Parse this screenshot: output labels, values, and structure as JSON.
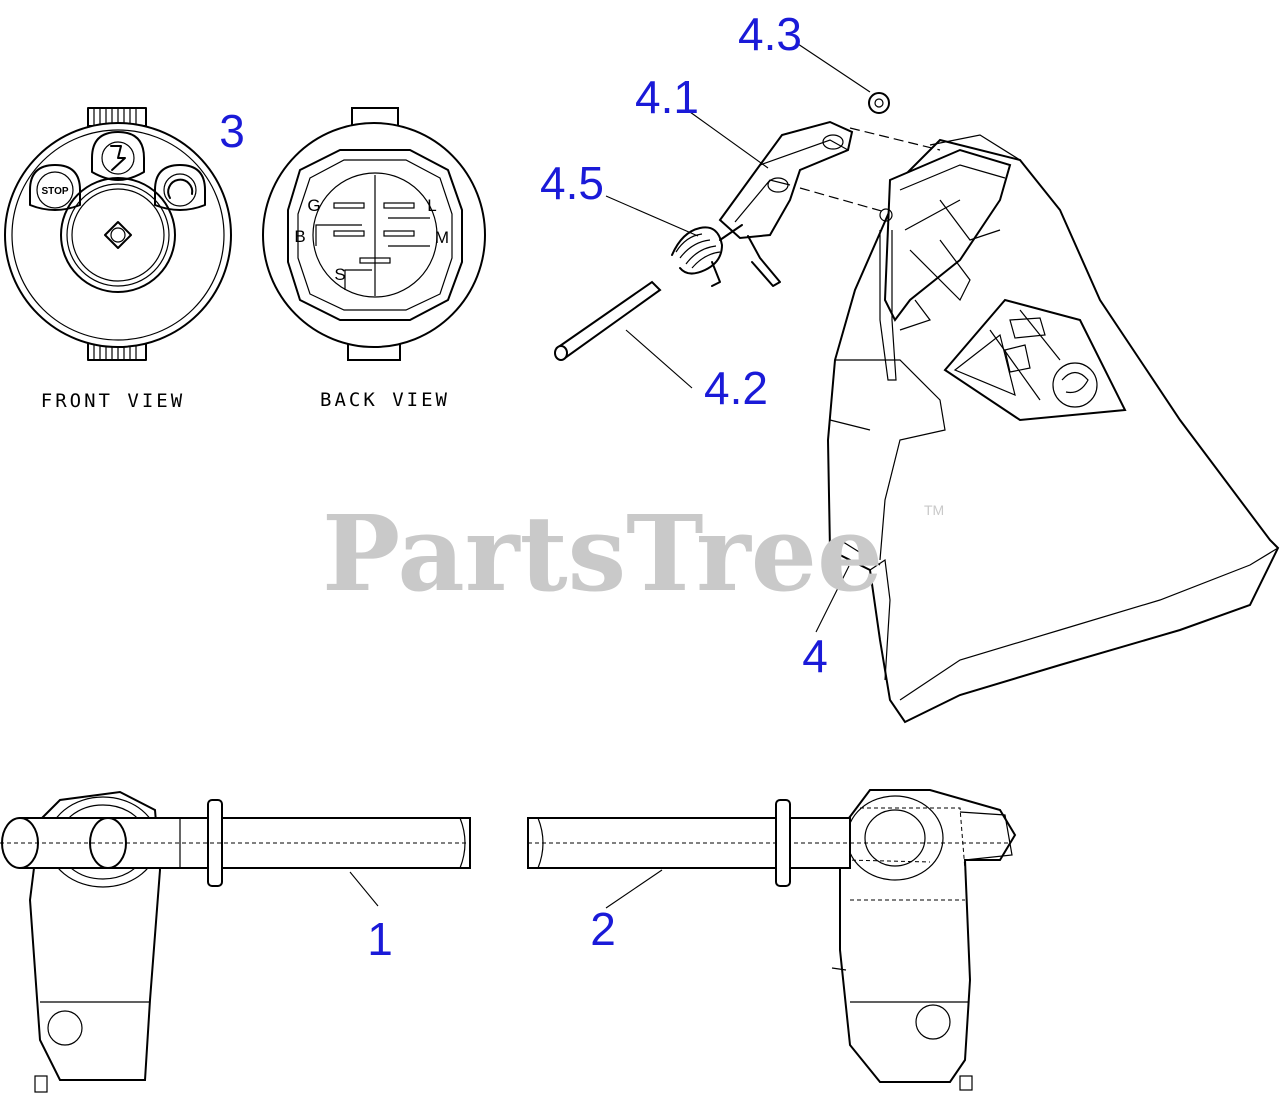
{
  "diagram": {
    "callouts": {
      "item_1": "1",
      "item_2": "2",
      "item_3": "3",
      "item_4": "4",
      "item_4_1": "4.1",
      "item_4_2": "4.2",
      "item_4_3": "4.3",
      "item_4_5": "4.5"
    },
    "captions": {
      "front_view": "FRONT VIEW",
      "back_view": "BACK VIEW"
    },
    "switch_front": {
      "stop_label": "STOP"
    },
    "switch_back": {
      "terminals": [
        "G",
        "L",
        "B",
        "M",
        "S"
      ]
    },
    "watermark": {
      "text": "PartsTree",
      "trademark": "TM"
    },
    "colors": {
      "callout": "#1a1ad8",
      "watermark": "#c9c9c9",
      "line": "#000000"
    }
  }
}
